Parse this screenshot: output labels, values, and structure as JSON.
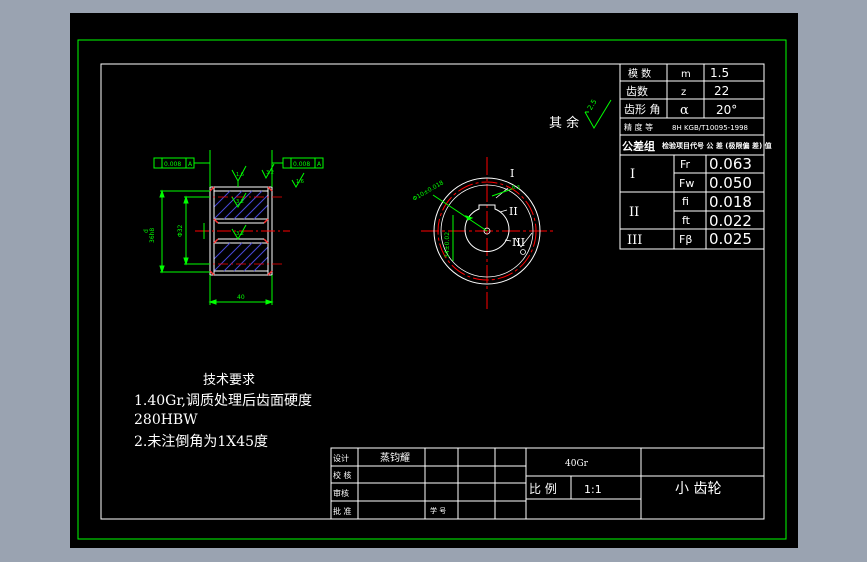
{
  "colors": {
    "background": "#9aa3b1",
    "canvas": "#000000",
    "line": "#ffffff",
    "border": "#00ff00",
    "center_line": "#ff0000",
    "dimension": "#00ff00",
    "hatch": "#4a4ad8",
    "chamfer": "#ff3030"
  },
  "params": {
    "rows": [
      {
        "name": "模 数",
        "sym": "m",
        "val": "1.5"
      },
      {
        "name": "齿数",
        "sym": "z",
        "val": "22"
      },
      {
        "name": "齿形 角",
        "sym": "α",
        "val": "20°"
      }
    ],
    "accuracy_label": "精 度 等",
    "accuracy_value": "8H KGB/T10095-1998",
    "tol_header_a": "公差组",
    "tol_header_b": "检验项目代号 公 差 (极限偏 差) 值",
    "groups": [
      {
        "group": "I",
        "items": [
          {
            "sym": "Fr",
            "val": "0.063"
          },
          {
            "sym": "Fw",
            "val": "0.050"
          }
        ]
      },
      {
        "group": "II",
        "items": [
          {
            "sym": "fi",
            "val": "0.018"
          },
          {
            "sym": "ft",
            "val": "0.022"
          }
        ]
      },
      {
        "group": "III",
        "items": [
          {
            "sym": "Fβ",
            "val": "0.025"
          }
        ]
      }
    ]
  },
  "rest": {
    "text": "其 余",
    "value": "2.5"
  },
  "front_view": {
    "gt_left": "0.008",
    "gt_left_ref": "A",
    "gt_right": "0.008",
    "gt_right_ref": "A",
    "rough_1": "1.6",
    "rough_2": "3.2",
    "rough_3": "1.6",
    "rough_4": "3.2",
    "rough_5": "3.2",
    "dim_outer": "36h8",
    "dim_da": "d",
    "dim_inner": "Φ32",
    "dim_width": "40"
  },
  "side_view": {
    "label_1": "I",
    "label_2": "II",
    "label_3": "III",
    "dim_key": "Φ10±0.018",
    "dim_bore": "34±0.02",
    "rough": "6.3"
  },
  "notes": {
    "title": "技术要求",
    "line1": "1.40Gr,调质处理后齿面硬度",
    "line2": "280HBW",
    "line3": "2.未注倒角为1X45度"
  },
  "title_block": {
    "design_label": "设计",
    "design_name": "蒸钧耀",
    "check_label": "校 核",
    "review_label": "审核",
    "approve_label": "批 准",
    "material": "40Gr",
    "scale_label": "比 例",
    "scale_value": "1:1",
    "part_name": "小 齿轮",
    "student_label": "学 号"
  }
}
